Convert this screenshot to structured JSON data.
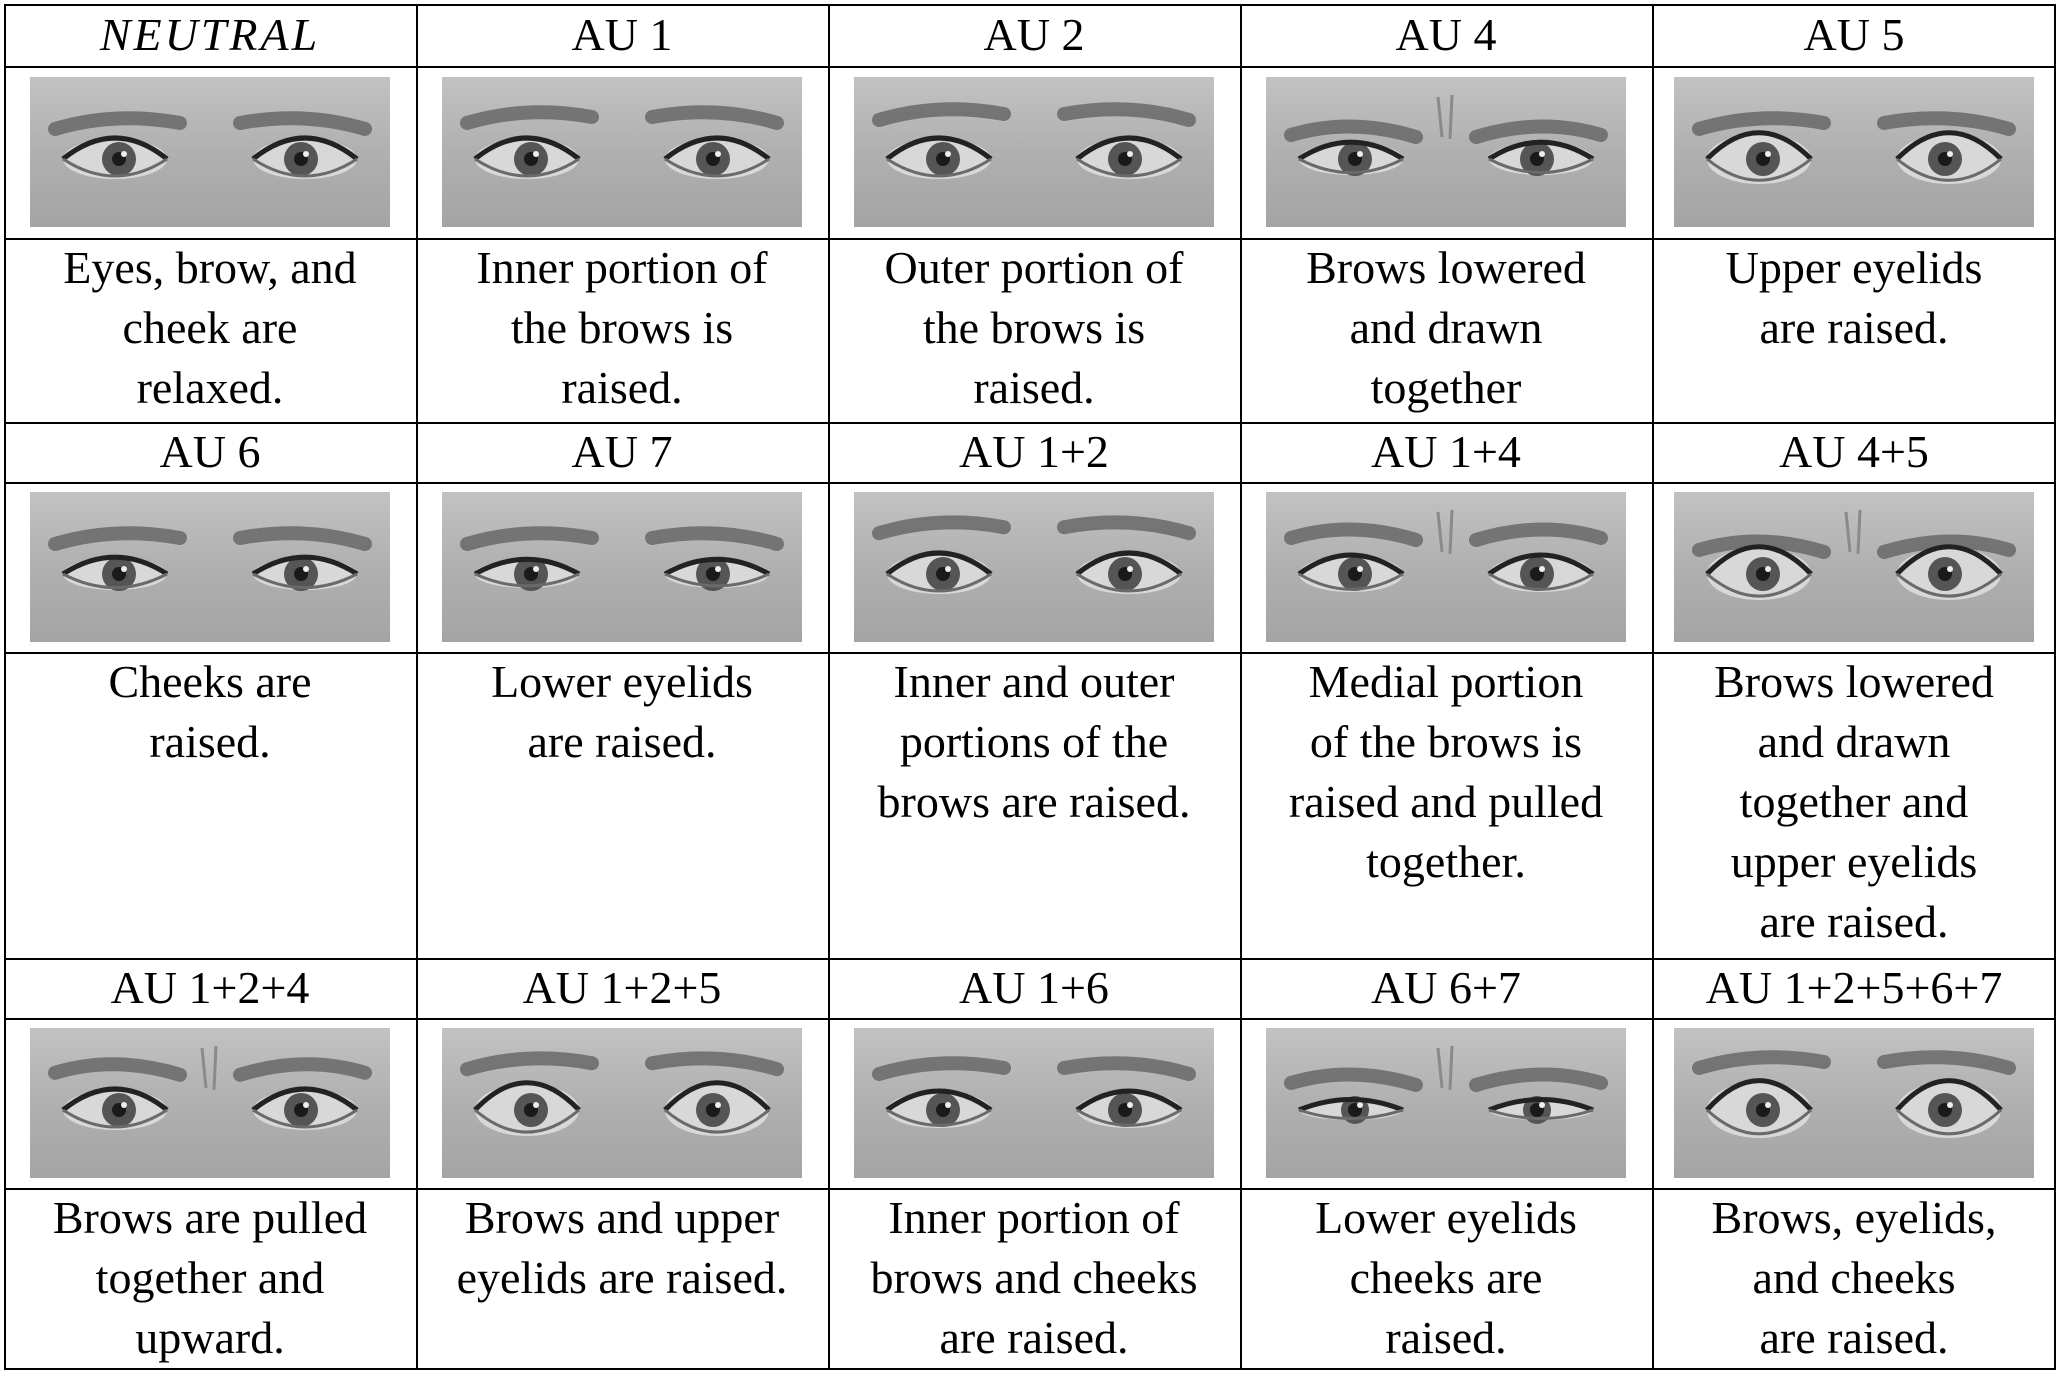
{
  "rows": [
    {
      "cells": [
        {
          "label": "NEUTRAL",
          "italic": true,
          "description": "Eyes, brow, and\ncheek are\nrelaxed.",
          "image": "neutral-eyes-photo"
        },
        {
          "label": "AU 1",
          "description": "Inner portion of\nthe brows is\nraised.",
          "image": "au1-eyes-photo"
        },
        {
          "label": "AU 2",
          "description": "Outer portion of\nthe brows is\nraised.",
          "image": "au2-eyes-photo"
        },
        {
          "label": "AU 4",
          "description": "Brows lowered\nand drawn\ntogether",
          "image": "au4-eyes-photo"
        },
        {
          "label": "AU 5",
          "description": "Upper eyelids\nare raised.",
          "image": "au5-eyes-photo"
        }
      ]
    },
    {
      "cells": [
        {
          "label": "AU 6",
          "description": "Cheeks are\nraised.",
          "image": "au6-eyes-photo"
        },
        {
          "label": "AU 7",
          "description": "Lower eyelids\nare raised.",
          "image": "au7-eyes-photo"
        },
        {
          "label": "AU 1+2",
          "description": "Inner and outer\nportions of the\nbrows are raised.",
          "image": "au1-2-eyes-photo"
        },
        {
          "label": "AU 1+4",
          "description": "Medial portion\nof the brows is\nraised and pulled\ntogether.",
          "image": "au1-4-eyes-photo"
        },
        {
          "label": "AU 4+5",
          "description": "Brows lowered\nand drawn\ntogether and\nupper eyelids\nare raised.",
          "image": "au4-5-eyes-photo"
        }
      ]
    },
    {
      "cells": [
        {
          "label": "AU 1+2+4",
          "description": "Brows are pulled\ntogether and\nupward.",
          "image": "au1-2-4-eyes-photo"
        },
        {
          "label": "AU 1+2+5",
          "description": "Brows and upper\neyelids are raised.",
          "image": "au1-2-5-eyes-photo"
        },
        {
          "label": "AU 1+6",
          "description": "Inner portion of\nbrows and cheeks\nare raised.",
          "image": "au1-6-eyes-photo"
        },
        {
          "label": "AU 6+7",
          "description": "Lower eyelids\ncheeks are\nraised.",
          "image": "au6-7-eyes-photo"
        },
        {
          "label": "AU 1+2+5+6+7",
          "description": "Brows, eyelids,\nand cheeks\nare raised.",
          "image": "au1-2-5-6-7-eyes-photo"
        }
      ]
    }
  ],
  "colors": {
    "border": "#000000",
    "photo_bg": "#b3b3b3",
    "background": "#ffffff"
  }
}
